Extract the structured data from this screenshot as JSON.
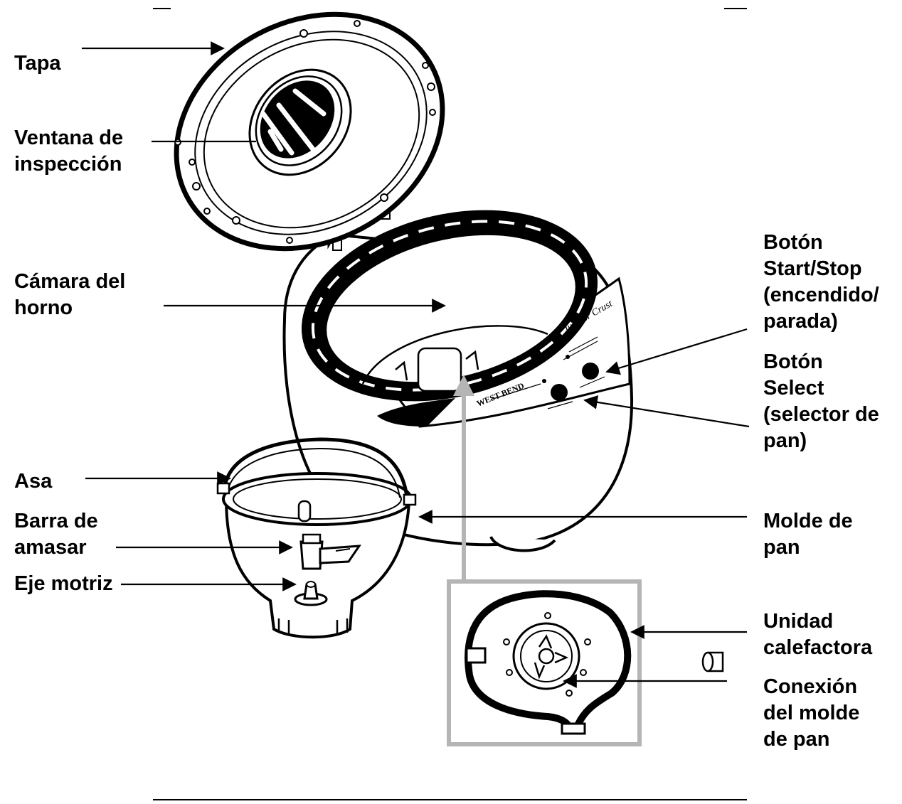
{
  "colors": {
    "ink": "#000000",
    "paper": "#ffffff",
    "highlight": "#b5b5b5"
  },
  "labels": {
    "tapa": "Tapa",
    "ventana": [
      "Ventana de",
      "inspección"
    ],
    "camara": [
      "Cámara del",
      "horno"
    ],
    "asa": "Asa",
    "barra": [
      "Barra de",
      "amasar"
    ],
    "eje": "Eje motriz",
    "boton_start": [
      "Botón",
      "Start/Stop",
      "(encendido/",
      "parada)"
    ],
    "boton_select": [
      "Botón",
      "Select",
      "(selector de",
      "pan)"
    ],
    "molde": [
      "Molde de",
      "pan"
    ],
    "unidad": [
      "Unidad",
      "calefactora"
    ],
    "conexion": [
      "Conexión",
      "del molde",
      "de pan"
    ]
  },
  "panel": {
    "brand": "WEST BEND",
    "script_logo": "Just for Crust"
  }
}
